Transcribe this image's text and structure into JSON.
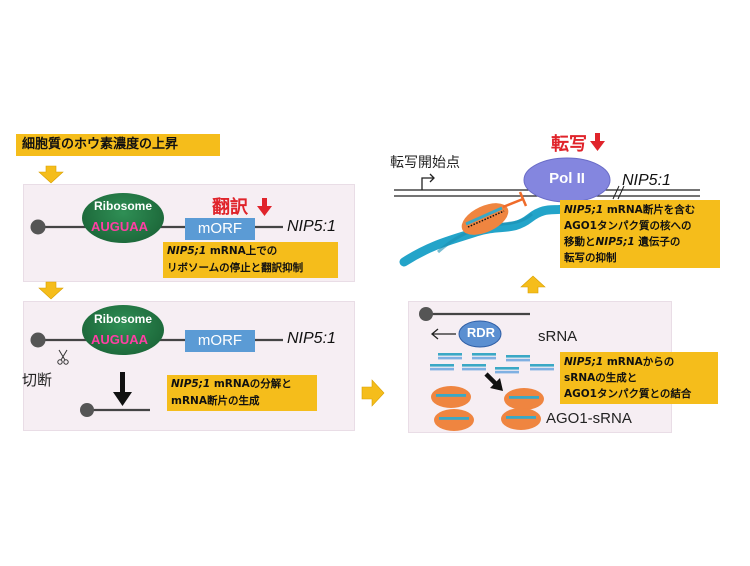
{
  "top_label": "細胞質のホウ素濃度の上昇",
  "panel1": {
    "ribosome": "Ribosome",
    "codon": "AUGUAA",
    "orf": "mORF",
    "translation": "翻訳",
    "gene": "NIP5:1",
    "note_gene": "NIP5;1",
    "note_line1_rest": " mRNA上での",
    "note_line2": "リボソームの停止と翻訳抑制"
  },
  "panel2": {
    "ribosome": "Ribosome",
    "codon": "AUGUAA",
    "orf": "mORF",
    "gene": "NIP5:1",
    "cleavage": "切断",
    "note_gene": "NIP5;1",
    "note_line1_rest": " mRNAの分解と",
    "note_line2": "mRNA断片の生成"
  },
  "panel3": {
    "rdr": "RDR",
    "srna": "sRNA",
    "ago": "AGO1-sRNA",
    "note_gene": "NIP5;1",
    "note_line1_rest": " mRNAからの",
    "note_line2": "sRNAの生成と",
    "note_line3": "AGO1タンパク質との結合"
  },
  "panel4": {
    "tss": "転写開始点",
    "transcription": "転写",
    "pol": "Pol II",
    "gene": "NIP5:1",
    "note_gene": "NIP5;1",
    "note_line1_rest": " mRNA断片を含む",
    "note_line2": "AGO1タンパク質の核への",
    "note_line3a": "移動と",
    "note_gene2": "NIP5;1",
    "note_line3b": " 遺伝子の",
    "note_line4": "転写の抑制"
  },
  "colors": {
    "arrow_yellow": "#f5bd1b",
    "panel_pink": "#f6eef3",
    "orf_blue": "#5b9bd5",
    "ribosome_green": "#1e6b3c",
    "red_label": "#e0242b",
    "pol_purple": "#7d7fd6",
    "ago_orange": "#ef8540",
    "dna_teal": "#23a4c9"
  }
}
